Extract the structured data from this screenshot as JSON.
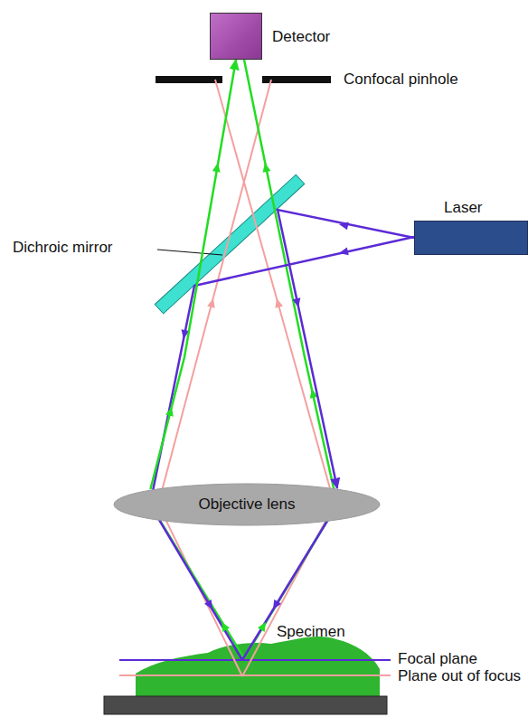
{
  "diagram": {
    "nodes": [
      {
        "text": [
          "Detector"
        ]
      },
      {
        "text": [
          "Laser"
        ]
      },
      {
        "text": [
          "Objective lens"
        ]
      }
    ],
    "edges": [
      {
        "from": 1,
        "to": 2,
        "arrow": "to"
      },
      {
        "from": 2,
        "to": 0,
        "arrow": "to"
      }
    ],
    "labels": [
      "Confocal pinhole",
      "Dichroic mirror",
      "Specimen",
      "Focal plane",
      "Plane out of focus"
    ]
  }
}
